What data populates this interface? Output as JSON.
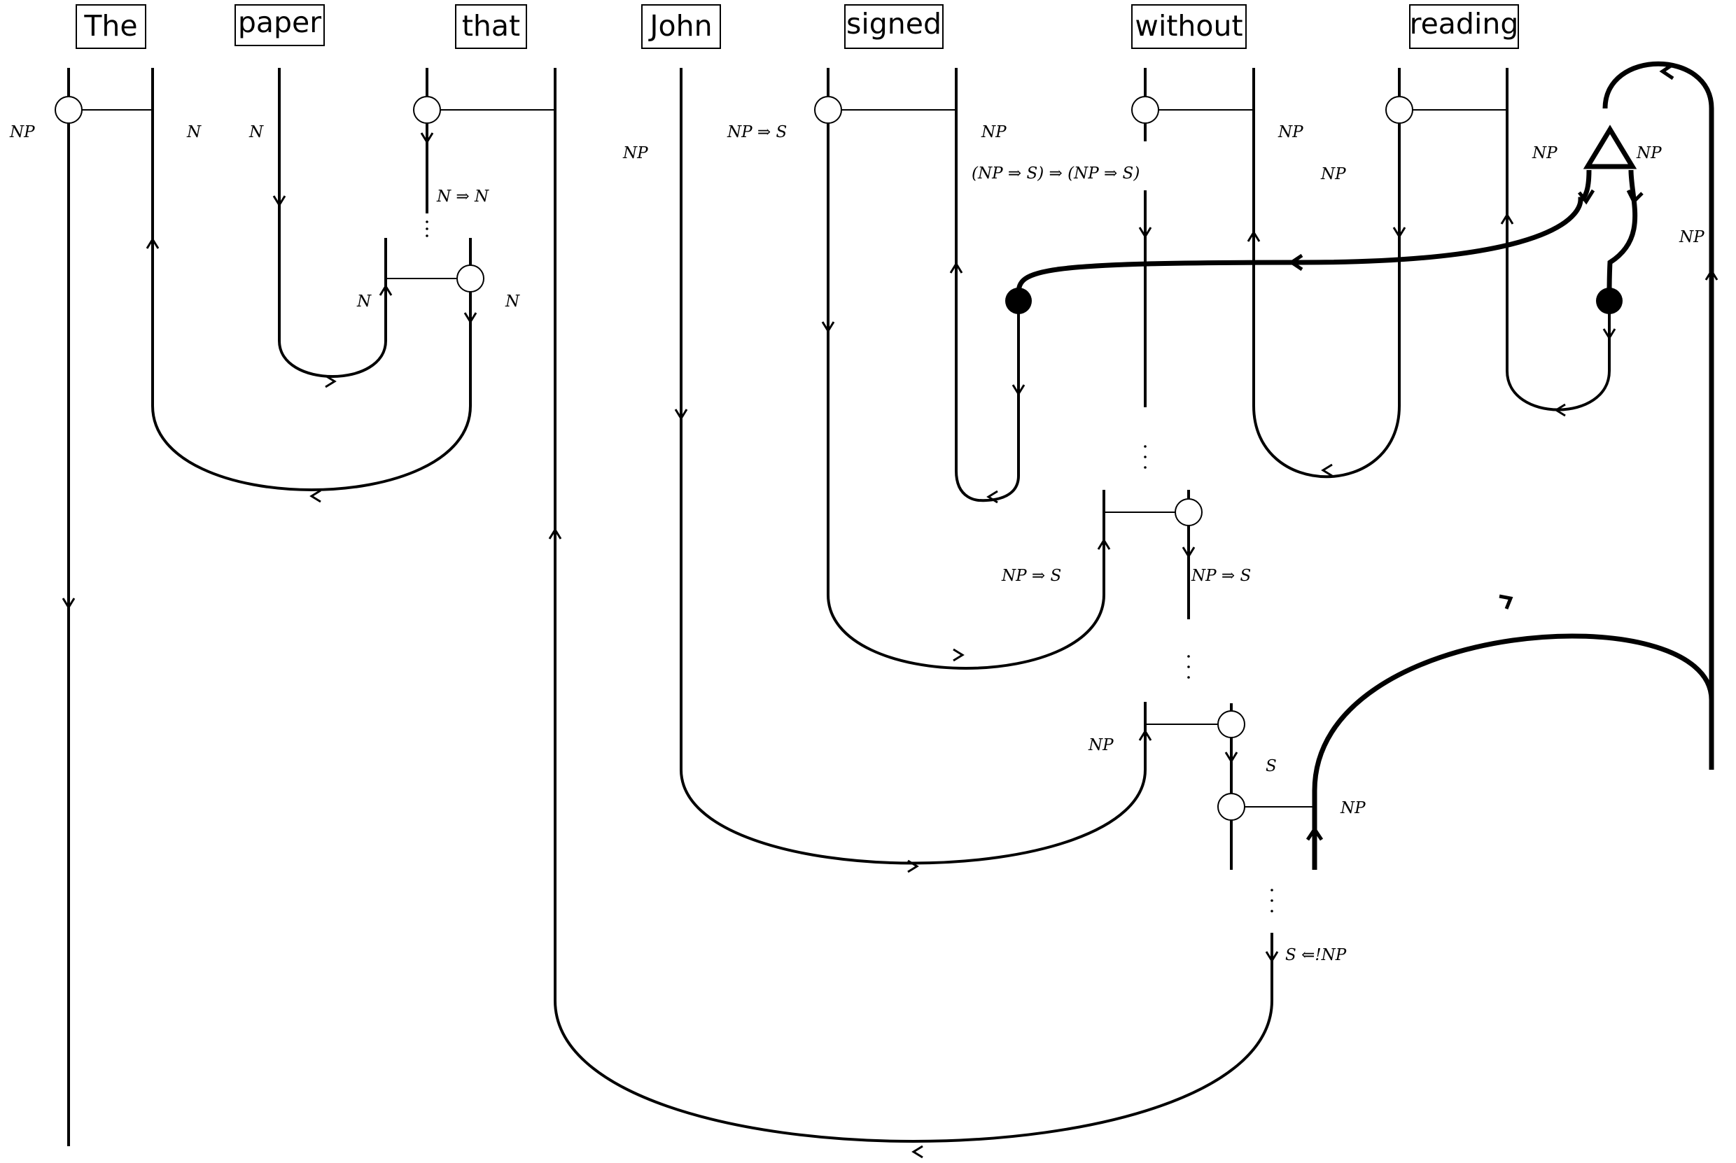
{
  "words": [
    "The",
    "paper",
    "that",
    "John",
    "signed",
    "without",
    "reading"
  ],
  "labels": {
    "np": "NP",
    "n": "N",
    "np_to_s": "NP ⇒ S",
    "n_to_n": "N ⇒ N",
    "adverbial": "(NP ⇒ S) ⇒ (NP ⇒ S)",
    "s": "S",
    "s_from_bang_np": "S ⇐!NP"
  },
  "colors": {
    "ink": "#000000",
    "background": "#ffffff",
    "node_fill": "#ffffff"
  }
}
